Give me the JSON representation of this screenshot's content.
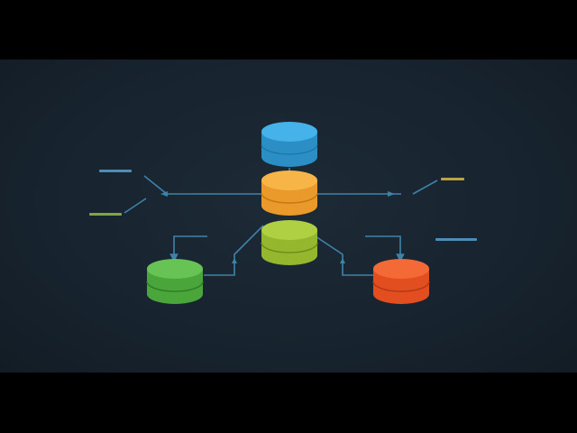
{
  "diagram": {
    "nodes": [
      {
        "id": "db-blue",
        "color": "#3aa7e0"
      },
      {
        "id": "db-orange-top",
        "color": "#f2a83a"
      },
      {
        "id": "db-yellowgreen",
        "color": "#a3c43a"
      },
      {
        "id": "db-green",
        "color": "#5db94a"
      },
      {
        "id": "db-red-orange",
        "color": "#ee5a2a"
      }
    ],
    "labels": {
      "left_top": "",
      "left_bottom": "",
      "right_top": "",
      "right_middle": ""
    },
    "line_color": "#3f82a8",
    "label_color_blue": "#5aa8d8",
    "label_color_green": "#9cc64a",
    "label_color_yellow": "#e0c44a"
  }
}
